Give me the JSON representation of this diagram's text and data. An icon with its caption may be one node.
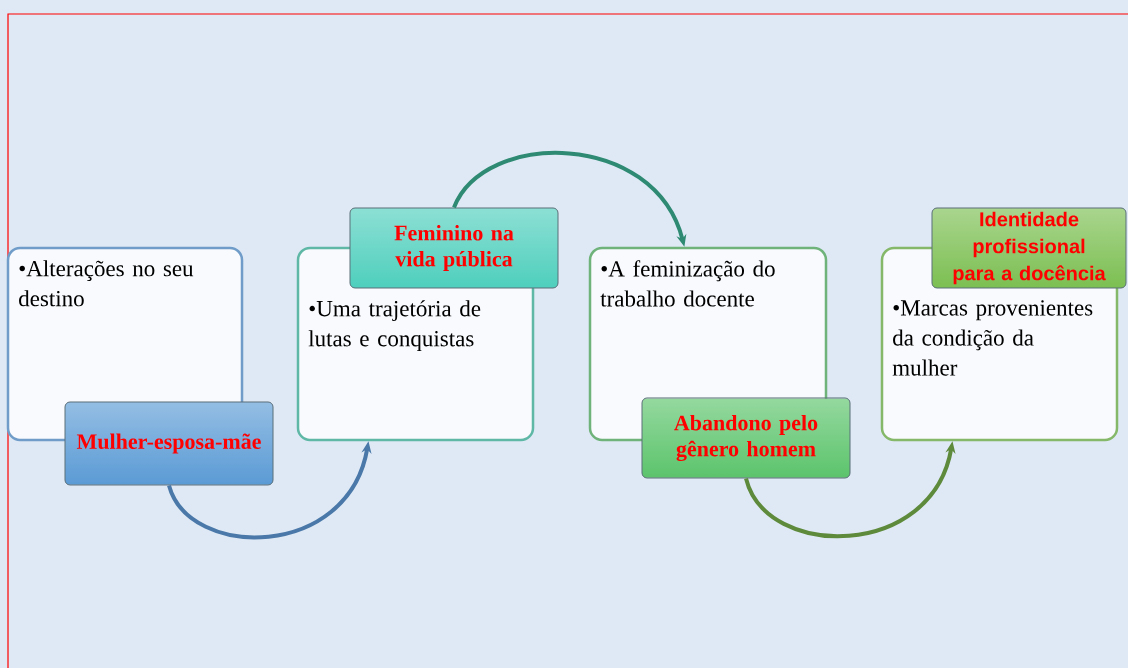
{
  "diagram": {
    "nodes": [
      {
        "text": [
          "•Alterações no seu destino"
        ]
      },
      {
        "text": [
          "Mulher-esposa-mãe"
        ]
      },
      {
        "text": [
          "•Uma trajetória de lutas e conquistas"
        ]
      },
      {
        "text": [
          "Feminino na vida pública"
        ]
      },
      {
        "text": [
          "•A feminização do trabalho docente"
        ]
      },
      {
        "text": [
          "Abandono pelo gênero homem"
        ]
      },
      {
        "text": [
          "•Marcas provenientes da condição da mulher"
        ]
      },
      {
        "text": [
          "Identidade profissional para a docência"
        ]
      }
    ],
    "edges": [
      {
        "from": 1,
        "to": 2,
        "arrow": "to",
        "color": "#4a78a8"
      },
      {
        "from": 3,
        "to": 4,
        "arrow": "to",
        "color": "#2e8a72"
      },
      {
        "from": 5,
        "to": 6,
        "arrow": "to",
        "color": "#5e8a3c"
      }
    ]
  }
}
